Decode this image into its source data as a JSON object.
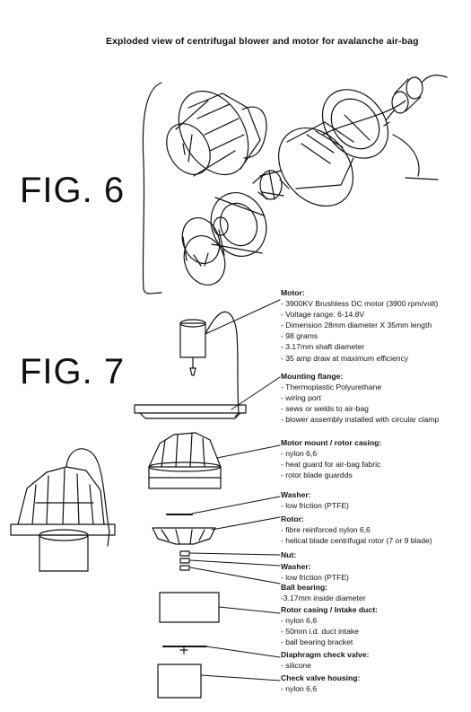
{
  "title": "Exploded view of centrifugal blower and motor for avalanche air-bag",
  "figures": {
    "fig6": "FIG. 6",
    "fig7": "FIG. 7"
  },
  "components": [
    {
      "heading": "Motor:",
      "lines": [
        "- 3900KV Brushless DC motor (3900 rpm/volt)",
        "- Voltage range: 6-14.8V",
        "- Dimension 28mm diameter X 35mm length",
        "- 98 grams",
        "- 3.17mm shaft diameter",
        "- 35 amp draw at maximum efficiency"
      ]
    },
    {
      "heading": "Mounting flange:",
      "lines": [
        "- Thermoplastic Polyurethane",
        "- wiring port",
        "- sews or welds to air-bag",
        "- blower assembly installed with circular clamp"
      ]
    },
    {
      "heading": "Motor mount / rotor casing:",
      "lines": [
        "- nylon 6,6",
        "- heat guard for air-bag fabric",
        "- rotor blade guardds"
      ]
    },
    {
      "heading": "Washer:",
      "lines": [
        "- low friction (PTFE)"
      ]
    },
    {
      "heading": "Rotor:",
      "lines": [
        "- fibre reinforced nylon 6,6",
        "- helical blade centrifugal rotor (7 or 9 blade)"
      ]
    },
    {
      "heading": "Nut:",
      "lines": []
    },
    {
      "heading": "Washer:",
      "lines": [
        "- low friction (PTFE)"
      ]
    },
    {
      "heading": "Ball bearing:",
      "lines": [
        "-3.17mm inside diameter"
      ]
    },
    {
      "heading": "Rotor casing / Intake duct:",
      "lines": [
        "- nylon 6,6",
        "- 50mm i.d. duct intake",
        "- ball bearing bracket"
      ]
    },
    {
      "heading": "Diaphragm check valve:",
      "lines": [
        "- silicone"
      ]
    },
    {
      "heading": "Check valve housing:",
      "lines": [
        "- nylon 6,6"
      ]
    }
  ]
}
